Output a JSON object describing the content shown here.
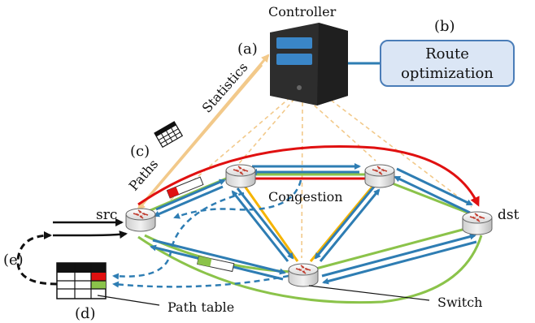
{
  "labels": {
    "controller": "Controller",
    "a": "(a)",
    "b": "(b)",
    "c": "(c)",
    "d": "(d)",
    "e": "(e)",
    "statistics": "Statistics",
    "paths": "Paths",
    "route_opt_line1": "Route",
    "route_opt_line2": "optimization",
    "congestion": "Congestion",
    "src": "src",
    "dst": "dst",
    "switch": "Switch",
    "path_table": "Path table"
  },
  "colors": {
    "blue_link": "#2e7db3",
    "red_path": "#e01010",
    "green_path": "#8bc34a",
    "orange_path": "#f5b400",
    "dashed_control": "#f2c98a",
    "route_box_fill": "#dbe6f5",
    "route_box_stroke": "#4a7db8",
    "server_body": "#2d2d2d",
    "server_slot": "#3a86c8"
  },
  "icons": {
    "controller": "server-icon",
    "switch": "router-icon",
    "table": "grid-table-icon"
  }
}
